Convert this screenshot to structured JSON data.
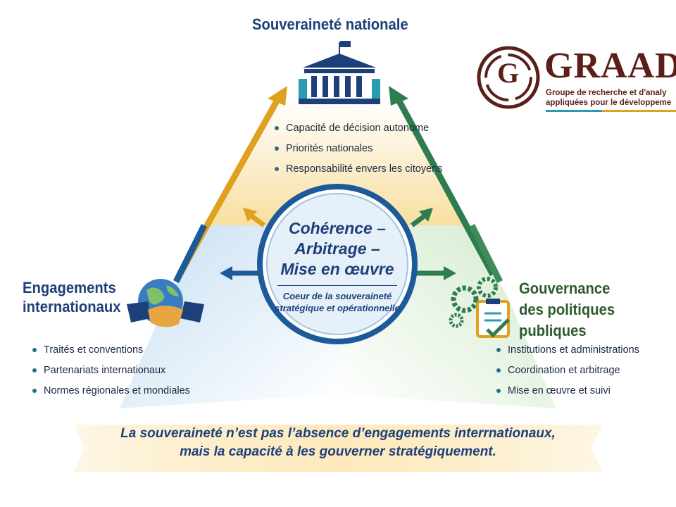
{
  "top": {
    "title": "Souveraineté nationale",
    "items": [
      "Capacité de décision autonome",
      "Priorités nationales",
      "Responsabilité envers les citoyens"
    ]
  },
  "left": {
    "title_line1": "Engagements",
    "title_line2": "internationaux",
    "items": [
      "Traités et conventions",
      "Partenariats internationaux",
      "Normes régionales et mondiales"
    ]
  },
  "right": {
    "title_line1": "Gouvernance",
    "title_line2": "des politiques publiques",
    "items": [
      "Institutions et administrations",
      "Coordination et arbitrage",
      "Mise en œuvre et suivi"
    ]
  },
  "center": {
    "line1": "Cohérence –",
    "line2": "Arbitrage –",
    "line3": "Mise en œuvre",
    "sub1": "Coeur de la souveraineté",
    "sub2": "stratégique et opérationnelle"
  },
  "banner": {
    "line1": "La souveraineté n’est pas l’absence d’engagements interrnationaux,",
    "line2": "mais la capacité à les gouverner stratégiquement."
  },
  "logo": {
    "name": "GRAAD",
    "sub1": "Groupe de recherche et d'analy",
    "sub2": "appliquées pour le développeme",
    "letter": "G"
  },
  "colors": {
    "blue": "#1d3f7a",
    "orange": "#e0a020",
    "green": "#2e7d4f",
    "brown": "#5a1f1a"
  }
}
